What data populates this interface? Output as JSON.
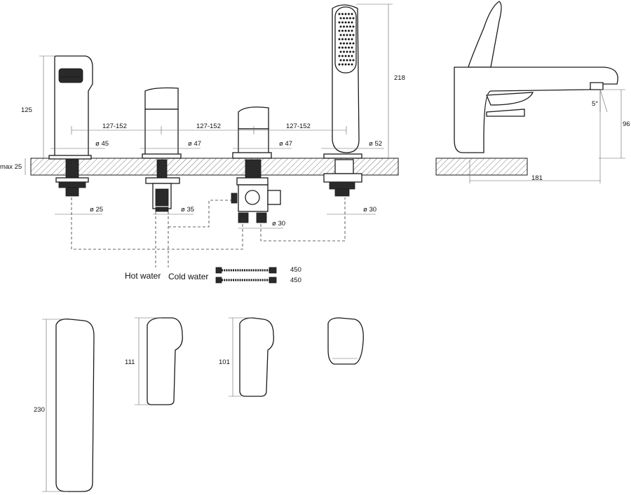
{
  "dimensions": {
    "height_125": "125",
    "height_218": "218",
    "max25": "max 25",
    "spacing_1": "127-152",
    "spacing_2": "127-152",
    "spacing_3": "127-152",
    "dia_45": "ø 45",
    "dia_47a": "ø 47",
    "dia_47b": "ø 47",
    "dia_52": "ø 52",
    "dia_25": "ø 25",
    "dia_35": "ø 35",
    "dia_30a": "ø 30",
    "dia_30b": "ø 30",
    "angle": "5°",
    "height_96": "96",
    "length_181": "181",
    "hose_1": "450",
    "hose_2": "450",
    "height_230": "230",
    "height_111": "111",
    "height_101": "101"
  },
  "labels": {
    "hot_water": "Hot water",
    "cold_water": "Cold water"
  },
  "colors": {
    "line": "#1a1a1a",
    "hatch": "#555555",
    "background": "#ffffff"
  }
}
